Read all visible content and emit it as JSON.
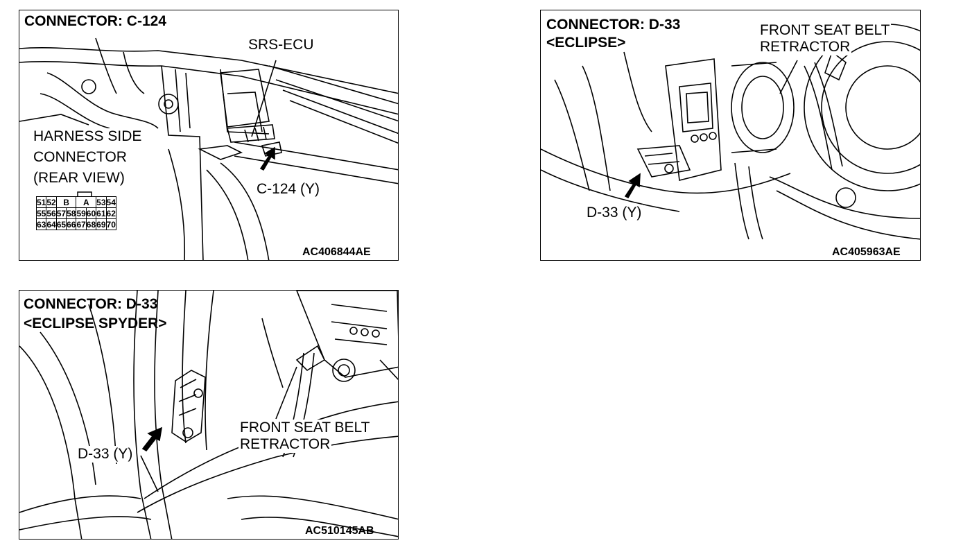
{
  "panels": {
    "c124": {
      "title": "CONNECTOR: C-124",
      "label_srs": "SRS-ECU",
      "label_harness_1": "HARNESS SIDE",
      "label_harness_2": "CONNECTOR",
      "label_harness_3": "(REAR VIEW)",
      "label_connector": "C-124 (Y)",
      "code": "AC406844AE",
      "pins": {
        "row1": [
          "51",
          "52",
          "B",
          "A",
          "53",
          "54"
        ],
        "row2": [
          "55",
          "56",
          "57",
          "58",
          "59",
          "60",
          "61",
          "62"
        ],
        "row3": [
          "63",
          "64",
          "65",
          "66",
          "67",
          "68",
          "69",
          "70"
        ]
      }
    },
    "d33_eclipse": {
      "title_1": "CONNECTOR: D-33",
      "title_2": "<ECLIPSE>",
      "label_retractor_1": "FRONT SEAT BELT",
      "label_retractor_2": "RETRACTOR",
      "label_connector": "D-33 (Y)",
      "code": "AC405963AE"
    },
    "d33_spyder": {
      "title_1": "CONNECTOR: D-33",
      "title_2": "<ECLIPSE SPYDER>",
      "label_retractor_1": "FRONT SEAT BELT",
      "label_retractor_2": "RETRACTOR",
      "label_connector": "D-33 (Y)",
      "code": "AC510145AB"
    }
  }
}
